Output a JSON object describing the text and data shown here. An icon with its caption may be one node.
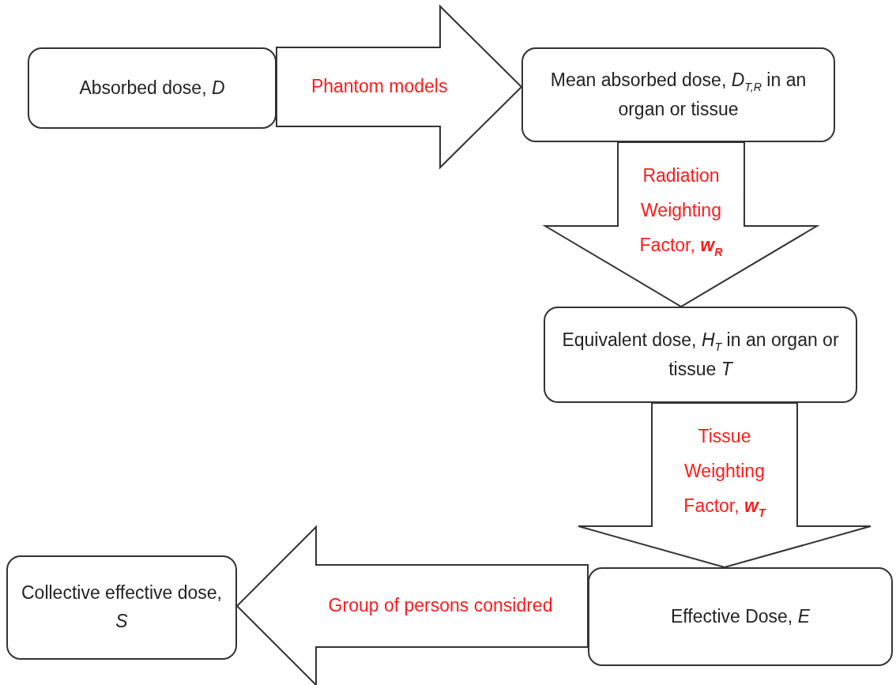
{
  "diagram": {
    "nodes": [
      {
        "text": [
          "Absorbed dose, *D*"
        ]
      },
      {
        "text": [
          "Mean absorbed dose, *D*$_{T,R}$ in an organ or tissue"
        ]
      },
      {
        "text": [
          "Equivalent dose, *H*$_{T}$ in an organ or tissue *T*"
        ]
      },
      {
        "text": [
          "Effective Dose, *E*"
        ]
      },
      {
        "text": [
          "Collective effective dose, *S*"
        ]
      }
    ],
    "edges": [
      {
        "from": 0,
        "to": 1,
        "arrow": "to",
        "label": "Phantom models",
        "style": "thick"
      },
      {
        "from": 1,
        "to": 2,
        "arrow": "to",
        "label": "Radiation Weighting Factor, **w**$_{R}$",
        "style": "thick"
      },
      {
        "from": 2,
        "to": 3,
        "arrow": "to",
        "label": "Tissue Weighting Factor, **w**$_{T}$",
        "style": "thick"
      },
      {
        "from": 3,
        "to": 4,
        "arrow": "to",
        "label": "Group of persons considred",
        "style": "thick"
      }
    ]
  }
}
